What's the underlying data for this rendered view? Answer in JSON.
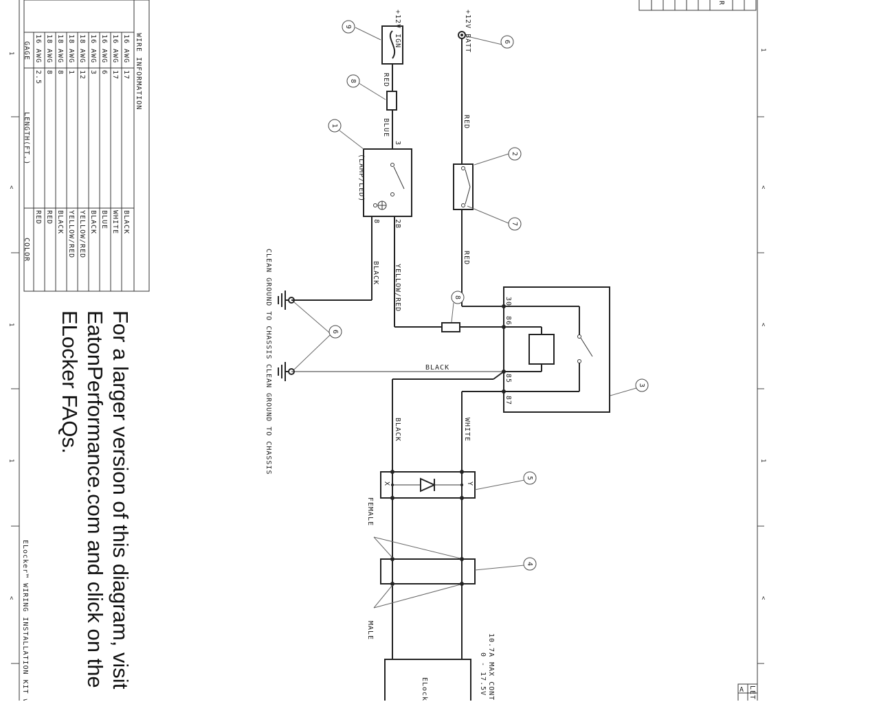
{
  "note": {
    "line1": "For a larger version of this diagram, visit",
    "line2": "EatonPerformance.com and click on the",
    "line3": "ELocker FAQs."
  },
  "wire_table": {
    "title": "WIRE INFORMATION",
    "headers": {
      "gage": "GAGE",
      "length": "LENGTH(FT.)",
      "color": "COLOR"
    },
    "rows": [
      {
        "gage": "16 AWG",
        "length": "17",
        "color": "BLACK"
      },
      {
        "gage": "16 AWG",
        "length": "17",
        "color": "WHITE"
      },
      {
        "gage": "16 AWG",
        "length": "6",
        "color": "BLUE"
      },
      {
        "gage": "16 AWG",
        "length": "3",
        "color": "BLACK"
      },
      {
        "gage": "18 AWG",
        "length": "12",
        "color": "YELLOW/RED"
      },
      {
        "gage": "18 AWG",
        "length": "1",
        "color": "YELLOW/RED"
      },
      {
        "gage": "18 AWG",
        "length": "8",
        "color": "BLACK"
      },
      {
        "gage": "18 AWG",
        "length": "8",
        "color": "RED"
      },
      {
        "gage": "16 AWG",
        "length": "2.5",
        "color": "RED"
      }
    ]
  },
  "title_block": {
    "title": "ELocker™ WIRING INSTALLATION KIT w/ RE",
    "corner_letter": "A",
    "corner_partial": "LET",
    "top_partial": "R"
  },
  "labels": {
    "ign": "+12V IGN",
    "batt": "+12V BATT",
    "red": "RED",
    "blue": "BLUE",
    "black": "BLACK",
    "white": "WHITE",
    "yellow_red": "YELLOW/RED",
    "switch_label": "(LAMP/LED)",
    "pin3": "3",
    "pin8": "8",
    "pin2b": "2B",
    "ground": "CLEAN GROUND TO CHASSIS",
    "relay_pins": [
      "30",
      "86",
      "85",
      "87"
    ],
    "diode_x": "X",
    "diode_y": "Y",
    "female": "FEMALE",
    "male": "MALE",
    "elocker": "ELock",
    "spec1": "10.7A MAX CONT",
    "spec2": "0 - 17.5V"
  },
  "callouts": [
    "1",
    "2",
    "3",
    "4",
    "5",
    "6",
    "7",
    "8",
    "9"
  ],
  "colors": {
    "ink": "#222222",
    "leader": "#666666",
    "paper": "#ffffff"
  }
}
